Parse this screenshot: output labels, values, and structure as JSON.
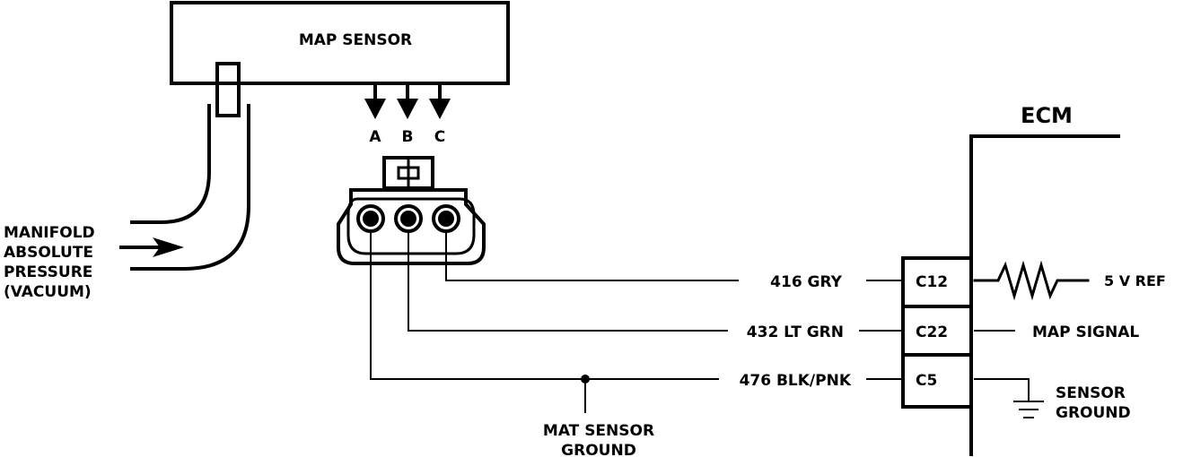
{
  "map_sensor": {
    "title": "MAP SENSOR",
    "pins": [
      "A",
      "B",
      "C"
    ]
  },
  "vacuum_label": [
    "MANIFOLD",
    "ABSOLUTE",
    "PRESSURE",
    "(VACUUM)"
  ],
  "wires": [
    {
      "label": "416 GRY",
      "terminal": "C12",
      "function": "5 V REF"
    },
    {
      "label": "432 LT GRN",
      "terminal": "C22",
      "function": "MAP SIGNAL"
    },
    {
      "label": "476 BLK/PNK",
      "terminal": "C5",
      "function": "SENSOR GROUND"
    }
  ],
  "sensor_ground_label": [
    "SENSOR",
    "GROUND"
  ],
  "mat_ground_label": [
    "MAT SENSOR",
    "GROUND"
  ],
  "ecm": {
    "title": "ECM"
  }
}
